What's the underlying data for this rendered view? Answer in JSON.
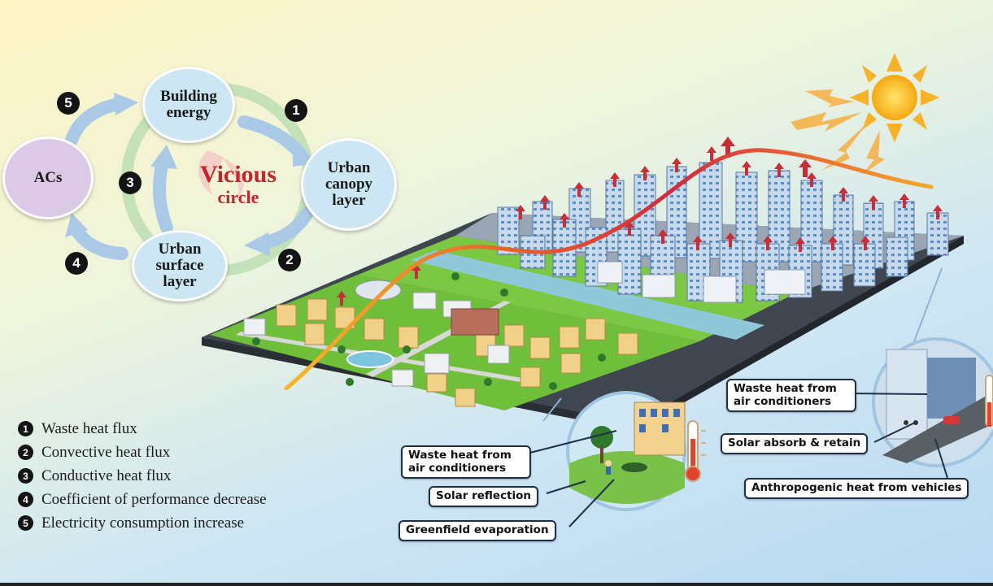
{
  "cycle": {
    "center_title": "Vicious",
    "center_subtitle": "circle",
    "nodes": {
      "building_energy": "Building energy",
      "urban_canopy": "Urban canopy layer",
      "urban_surface": "Urban surface layer",
      "acs": "ACs"
    },
    "steps": [
      "1",
      "2",
      "3",
      "4",
      "5"
    ]
  },
  "legend": [
    {
      "num": "1",
      "text": "Waste heat flux"
    },
    {
      "num": "2",
      "text": "Convective heat flux"
    },
    {
      "num": "3",
      "text": "Conductive heat flux"
    },
    {
      "num": "4",
      "text": "Coefficient of performance decrease"
    },
    {
      "num": "5",
      "text": "Electricity consumption increase"
    }
  ],
  "callouts": {
    "left_waste_heat": "Waste heat from air conditioners",
    "solar_reflection": "Solar reflection",
    "greenfield_evaporation": "Greenfield evaporation",
    "right_waste_heat": "Waste heat from air conditioners",
    "solar_absorb": "Solar absorb & retain",
    "anthropogenic": "Anthropogenic heat from vehicles"
  },
  "colors": {
    "node_blue": "#cde6f4",
    "node_purple": "#dcc9e6",
    "ring_green": "#b9dcb0",
    "vicious_red": "#c0272d",
    "sun": "#f7c21a",
    "heat_arrow": "#c62f3a",
    "grass": "#6fbf3b",
    "river": "#8fc8d8"
  }
}
